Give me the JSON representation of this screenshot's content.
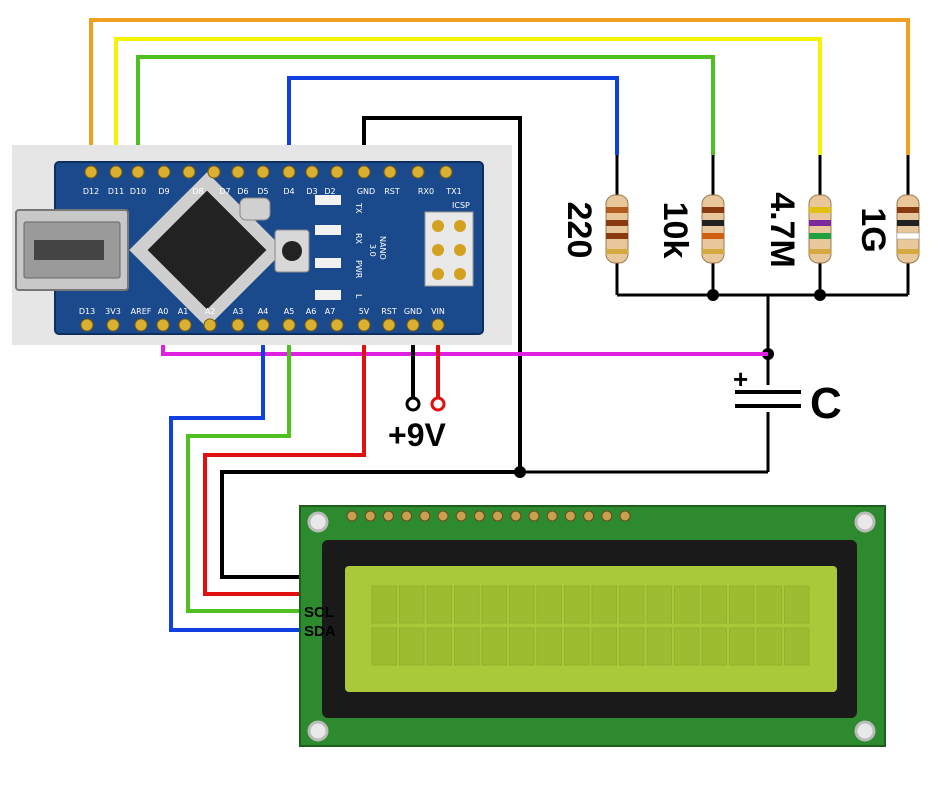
{
  "colors": {
    "orange": "#f0a020",
    "yellow": "#f4f400",
    "green": "#50c020",
    "blue": "#1040e0",
    "black": "#000000",
    "red": "#e01010",
    "magenta": "#e020e0",
    "board": "#1a4a8c",
    "lcd_pcb": "#2e8a2e",
    "lcd_screen": "#a9c83a"
  },
  "arduino": {
    "top_pins": [
      "D12",
      "D11",
      "D10",
      "D9",
      "D8",
      "D7",
      "D6",
      "D5",
      "D4",
      "D3",
      "D2",
      "GND",
      "RST",
      "RX0",
      "TX1"
    ],
    "bottom_pins": [
      "D13",
      "3V3",
      "AREF",
      "A0",
      "A1",
      "A2",
      "A3",
      "A4",
      "A5",
      "A6",
      "A7",
      "5V",
      "RST",
      "GND",
      "VIN"
    ],
    "silk_nano": "NANO",
    "silk_version": "3.0",
    "silk_icsp": "ICSP",
    "led_labels": [
      "TX",
      "RX",
      "PWR",
      "L"
    ]
  },
  "resistors": [
    {
      "label": "220"
    },
    {
      "label": "10k"
    },
    {
      "label": "4.7M"
    },
    {
      "label": "1G"
    }
  ],
  "capacitor": {
    "label": "C",
    "polarity": "+"
  },
  "power": {
    "label": "+9V"
  },
  "lcd": {
    "scl_label": "SCL",
    "sda_label": "SDA"
  }
}
